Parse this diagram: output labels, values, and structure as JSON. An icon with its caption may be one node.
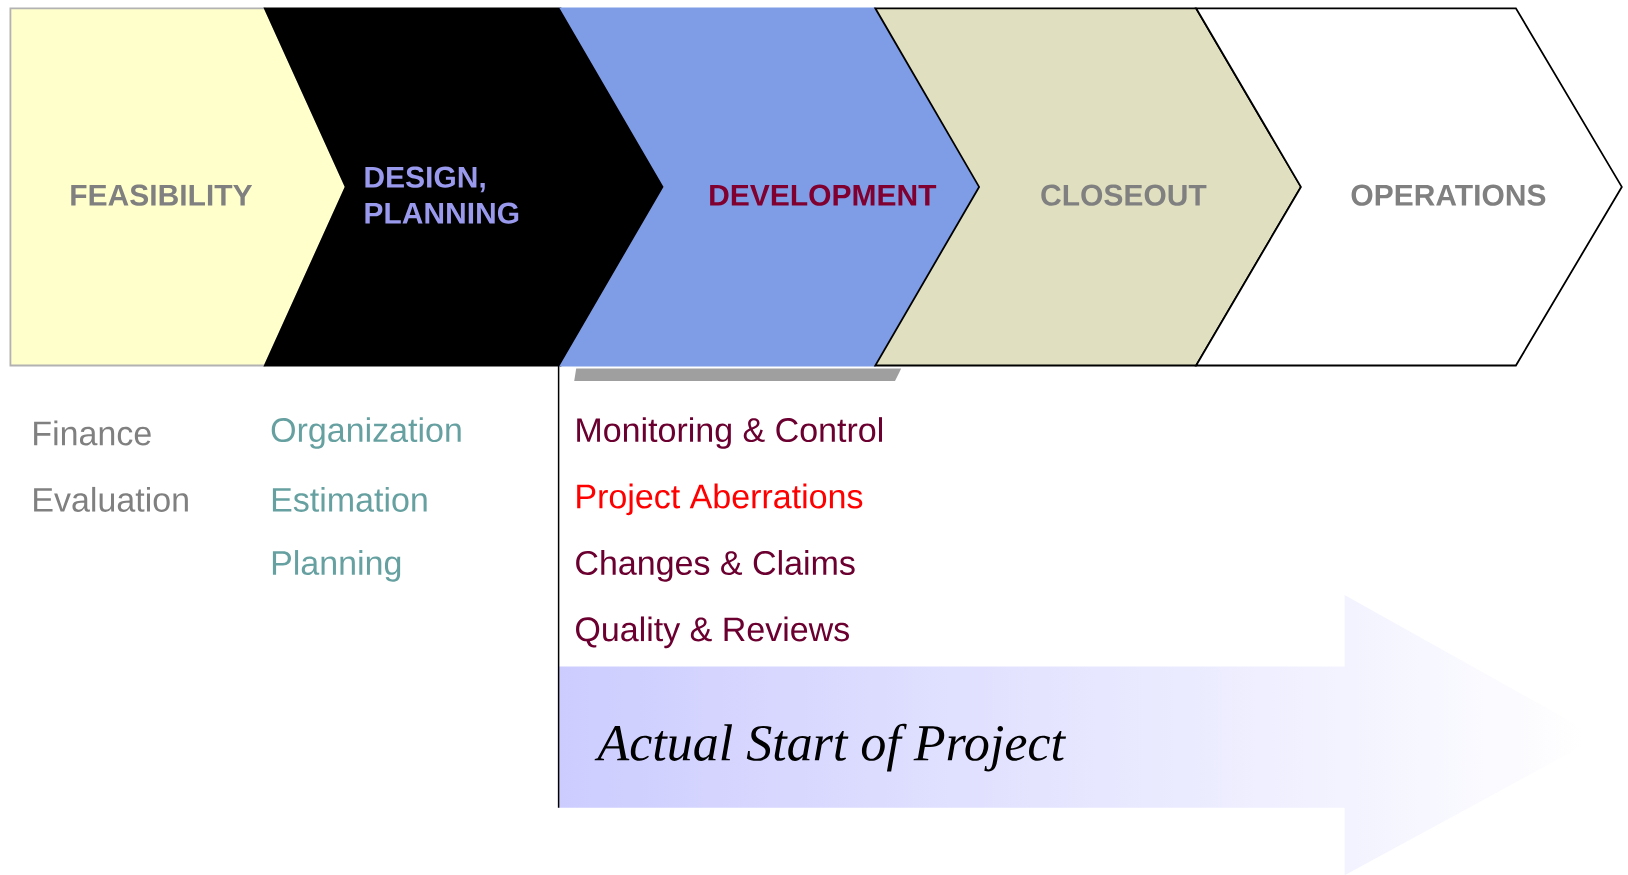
{
  "diagram": {
    "nodes": [
      {
        "text": [
          "FEASIBILITY"
        ]
      },
      {
        "text": [
          "DESIGN, PLANNING"
        ]
      },
      {
        "text": [
          "DEVELOPMENT"
        ]
      },
      {
        "text": [
          "CLOSEOUT"
        ]
      },
      {
        "text": [
          "OPERATIONS"
        ]
      },
      {
        "text": [
          "Actual Start of Project"
        ]
      }
    ],
    "labels": [
      "Finance",
      "Organization",
      "Monitoring & Control",
      "Evaluation",
      "Estimation",
      "Project Aberrations",
      "Planning",
      "Changes & Claims",
      "Quality & Reviews"
    ]
  }
}
